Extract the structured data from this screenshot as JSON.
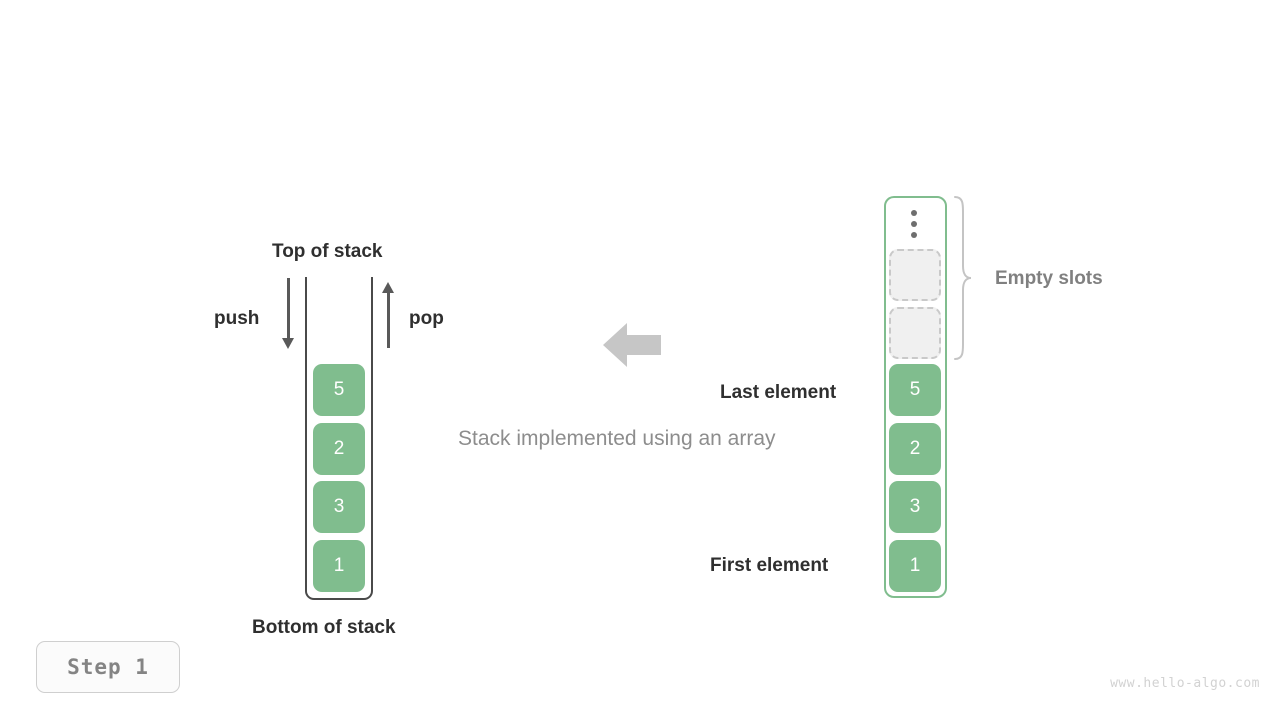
{
  "diagram": {
    "caption": "Stack implemented using an array",
    "watermark": "www.hello-algo.com",
    "step_badge": "Step 1",
    "colors": {
      "cell_green": "#80bd8e",
      "container_border_gray": "#4a4a4a",
      "container_border_green": "#80bd8e",
      "empty_slot_fill": "#f0f0f0",
      "empty_slot_border": "#c9c9c9",
      "arrow_gray": "#595959",
      "transform_arrow": "#c6c6c6",
      "label_dark": "#2f2f2f",
      "label_gray": "#808080",
      "caption_gray": "#8d8d8d"
    }
  },
  "left_stack": {
    "top_label": "Top of stack",
    "bottom_label": "Bottom of stack",
    "push_label": "push",
    "pop_label": "pop",
    "cells": [
      {
        "value": "5"
      },
      {
        "value": "2"
      },
      {
        "value": "3"
      },
      {
        "value": "1"
      }
    ]
  },
  "right_array": {
    "ellipsis_icon": "vertical-ellipsis-icon",
    "empty_slots_label": "Empty slots",
    "last_element_label": "Last element",
    "first_element_label": "First element",
    "empty_slots_count": 2,
    "cells": [
      {
        "value": "5"
      },
      {
        "value": "2"
      },
      {
        "value": "3"
      },
      {
        "value": "1"
      }
    ]
  }
}
